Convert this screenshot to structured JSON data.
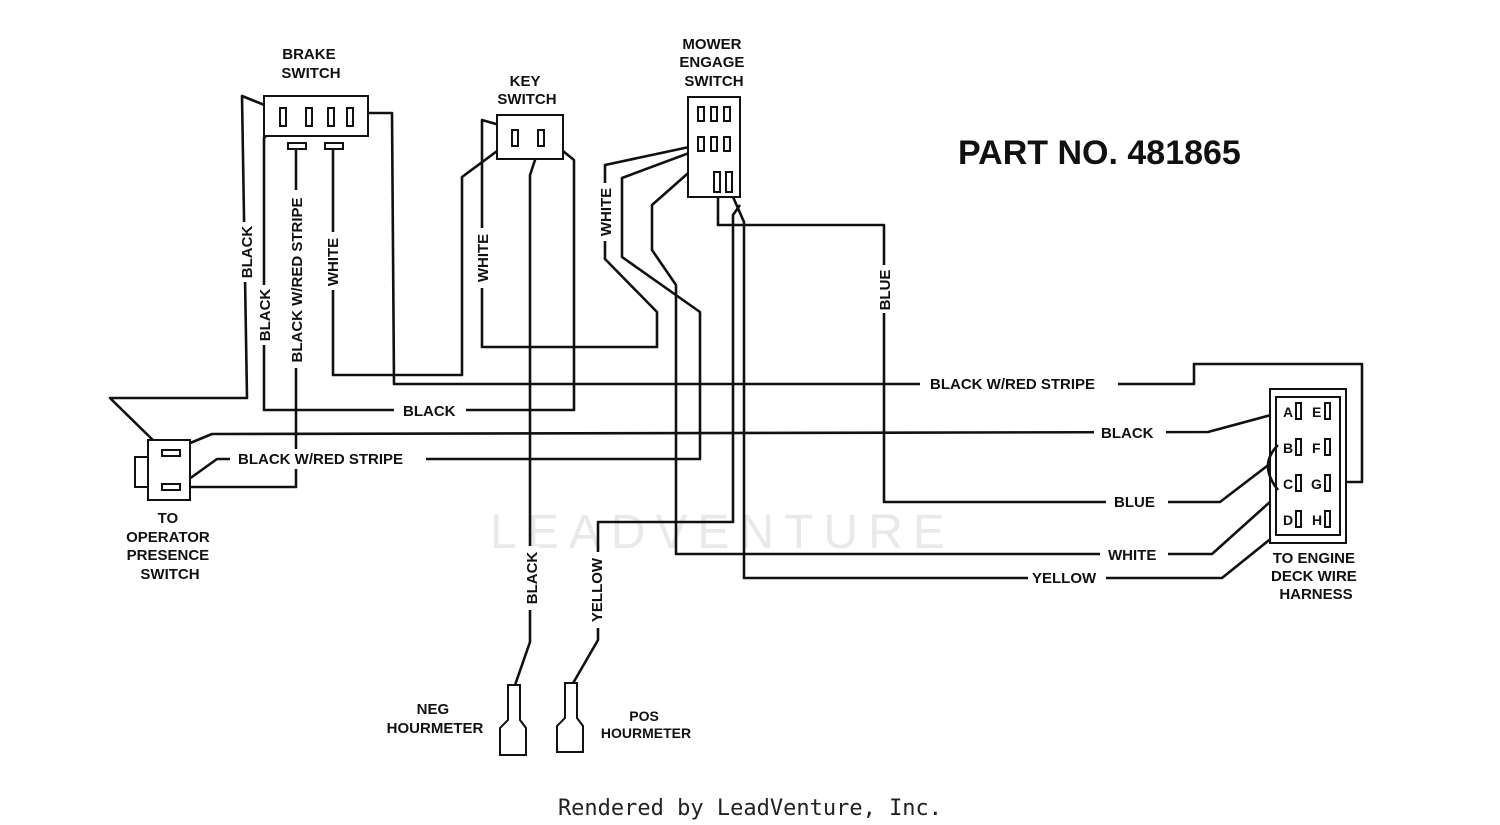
{
  "title": "PART NO. 481865",
  "footer": "Rendered by LeadVenture, Inc.",
  "watermark": "LEADVENTURE",
  "components": {
    "brake_switch": [
      "BRAKE",
      "SWITCH"
    ],
    "key_switch": [
      "KEY",
      "SWITCH"
    ],
    "mower_engage_switch": [
      "MOWER",
      "ENGAGE",
      "SWITCH"
    ],
    "operator_presence": [
      "TO",
      "OPERATOR",
      "PRESENCE",
      "SWITCH"
    ],
    "engine_harness": [
      "TO ENGINE",
      "DECK WIRE",
      "HARNESS"
    ],
    "neg_hourmeter": [
      "NEG",
      "HOURMETER"
    ],
    "pos_hourmeter": [
      "POS",
      "HOURMETER"
    ]
  },
  "harness_pins": [
    "A",
    "B",
    "C",
    "D",
    "E",
    "F",
    "G",
    "H"
  ],
  "wire_labels": {
    "black_1": "BLACK",
    "black_2": "BLACK",
    "black_red_1": "BLACK W/RED STRIPE",
    "white_1": "WHITE",
    "white_2": "WHITE",
    "white_3": "WHITE",
    "blue_1": "BLUE",
    "black_red_2": "BLACK W/RED STRIPE",
    "black_3": "BLACK",
    "black_red_3": "BLACK W/RED STRIPE",
    "black_4": "BLACK",
    "blue_2": "BLUE",
    "white_4": "WHITE",
    "yellow_1": "YELLOW",
    "black_5": "BLACK",
    "yellow_2": "YELLOW"
  }
}
